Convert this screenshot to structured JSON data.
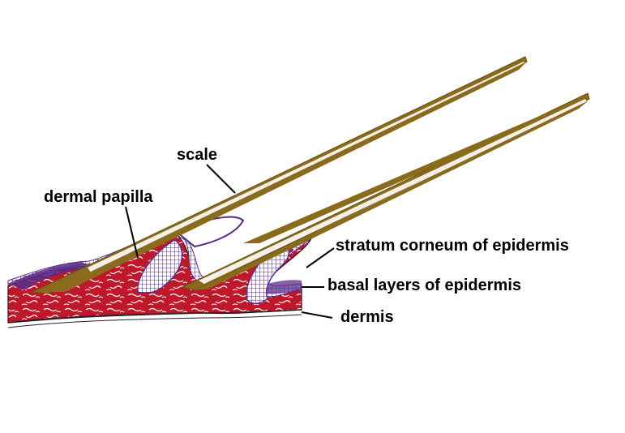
{
  "labels": {
    "scale": "scale",
    "dermal_papilla": "dermal papilla",
    "stratum_corneum": "stratum corneum of epidermis",
    "basal_layers": "basal layers of epidermis",
    "dermis": "dermis"
  },
  "colors": {
    "scale": "#8a6a1c",
    "dermis": "#c0182b",
    "epidermis": "#5a2d8a",
    "background": "#ffffff"
  }
}
